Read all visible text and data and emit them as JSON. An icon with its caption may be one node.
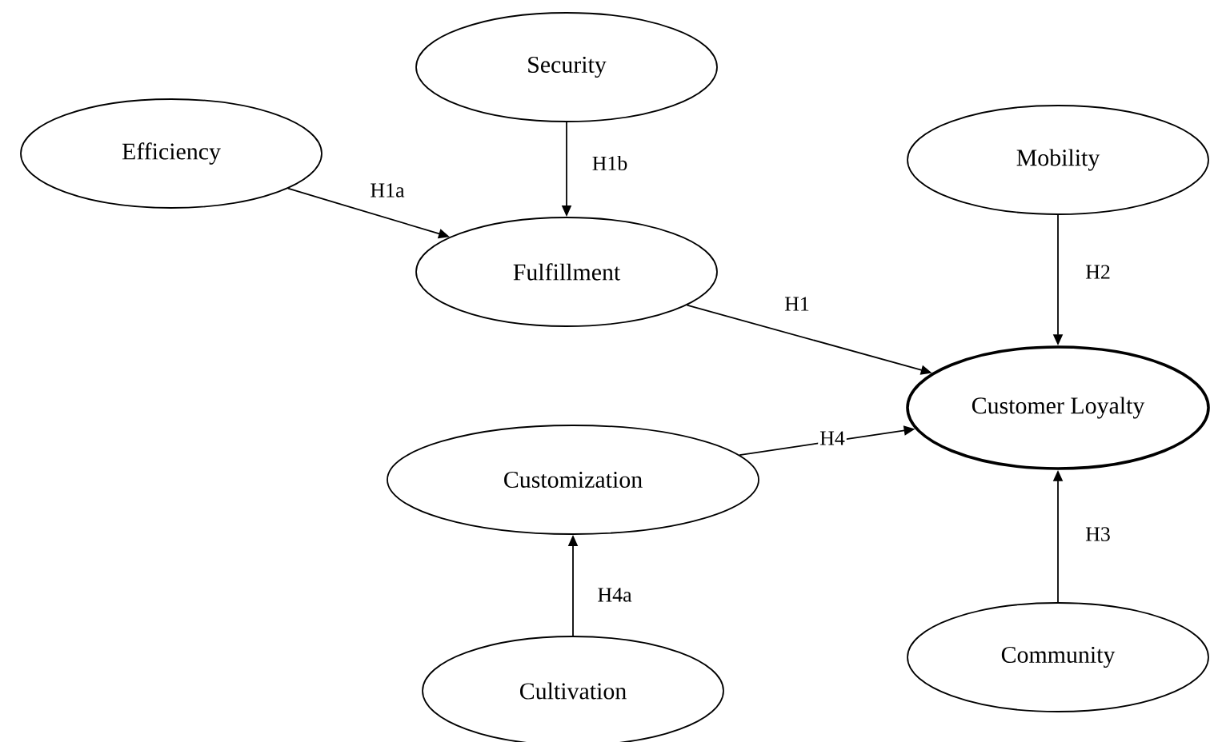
{
  "diagram": {
    "nodes": [
      {
        "text": [
          "Efficiency"
        ]
      },
      {
        "text": [
          "Security"
        ]
      },
      {
        "text": [
          "Mobility"
        ]
      },
      {
        "text": [
          "Fulfillment"
        ]
      },
      {
        "text": [
          "Customer Loyalty"
        ]
      },
      {
        "text": [
          "Customization"
        ]
      },
      {
        "text": [
          "Cultivation"
        ]
      },
      {
        "text": [
          "Community"
        ]
      }
    ],
    "edges": [
      {
        "from": 0,
        "to": 3,
        "arrow": "to",
        "label": "H1a"
      },
      {
        "from": 1,
        "to": 3,
        "arrow": "to",
        "label": "H1b"
      },
      {
        "from": 3,
        "to": 4,
        "arrow": "to",
        "label": "H1"
      },
      {
        "from": 2,
        "to": 4,
        "arrow": "to",
        "label": "H2"
      },
      {
        "from": 5,
        "to": 4,
        "arrow": "to",
        "label": "H4"
      },
      {
        "from": 6,
        "to": 5,
        "arrow": "to",
        "label": "H4a"
      },
      {
        "from": 7,
        "to": 4,
        "arrow": "to",
        "label": "H3"
      }
    ]
  }
}
